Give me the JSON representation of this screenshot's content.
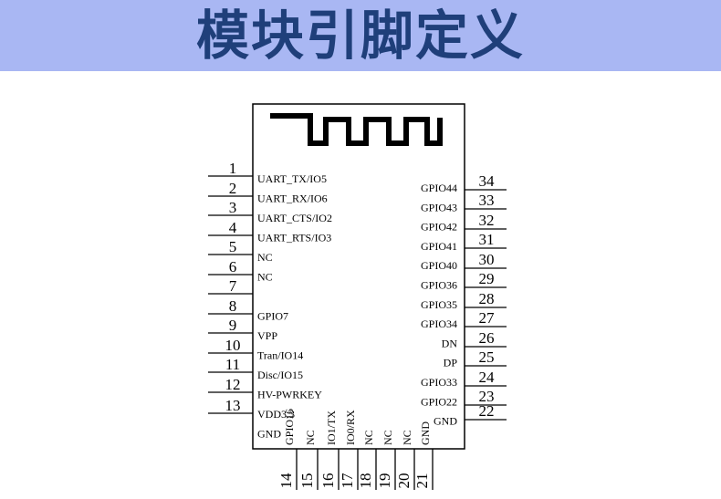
{
  "title": "模块引脚定义",
  "pins_left": [
    {
      "num": "1",
      "label": "UART_TX/IO5"
    },
    {
      "num": "2",
      "label": "UART_RX/IO6"
    },
    {
      "num": "3",
      "label": "UART_CTS/IO2"
    },
    {
      "num": "4",
      "label": "UART_RTS/IO3"
    },
    {
      "num": "5",
      "label": "NC"
    },
    {
      "num": "6",
      "label": "NC"
    },
    {
      "num": "7",
      "label": ""
    },
    {
      "num": "8",
      "label": "GPIO7"
    },
    {
      "num": "9",
      "label": "VPP"
    },
    {
      "num": "10",
      "label": "Tran/IO14"
    },
    {
      "num": "11",
      "label": "Disc/IO15"
    },
    {
      "num": "12",
      "label": "HV-PWRKEY"
    },
    {
      "num": "13",
      "label": "VDD3.3"
    },
    {
      "num": "",
      "label": "GND"
    }
  ],
  "pins_right": [
    {
      "num": "34",
      "label": "GPIO44"
    },
    {
      "num": "33",
      "label": "GPIO43"
    },
    {
      "num": "32",
      "label": "GPIO42"
    },
    {
      "num": "31",
      "label": "GPIO41"
    },
    {
      "num": "30",
      "label": "GPIO40"
    },
    {
      "num": "29",
      "label": "GPIO36"
    },
    {
      "num": "28",
      "label": "GPIO35"
    },
    {
      "num": "27",
      "label": "GPIO34"
    },
    {
      "num": "26",
      "label": "DN"
    },
    {
      "num": "25",
      "label": "DP"
    },
    {
      "num": "24",
      "label": "GPIO33"
    },
    {
      "num": "23",
      "label": "GPIO22"
    },
    {
      "num": "22",
      "label": "GND"
    }
  ],
  "pins_bottom": [
    {
      "num": "14",
      "label": "GPIO16"
    },
    {
      "num": "15",
      "label": "NC"
    },
    {
      "num": "16",
      "label": "IO1/TX"
    },
    {
      "num": "17",
      "label": "IO0/RX"
    },
    {
      "num": "18",
      "label": "NC"
    },
    {
      "num": "19",
      "label": "NC"
    },
    {
      "num": "20",
      "label": "NC"
    },
    {
      "num": "21",
      "label": "GND"
    }
  ]
}
